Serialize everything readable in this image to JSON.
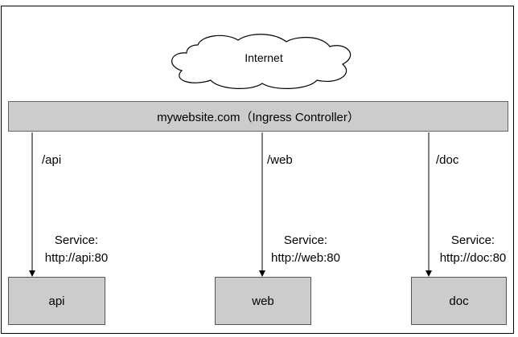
{
  "cloud": {
    "label": "Internet"
  },
  "ingress": {
    "label": "mywebsite.com（Ingress Controller）"
  },
  "routes": [
    {
      "path": "/api",
      "service_title": "Service:",
      "service_url": "http://api:80",
      "box_label": "api"
    },
    {
      "path": "/web",
      "service_title": "Service:",
      "service_url": "http://web:80",
      "box_label": "web"
    },
    {
      "path": "/doc",
      "service_title": "Service:",
      "service_url": "http://doc:80",
      "box_label": "doc"
    }
  ],
  "colors": {
    "box_fill": "#cccccc",
    "line": "#000000"
  }
}
